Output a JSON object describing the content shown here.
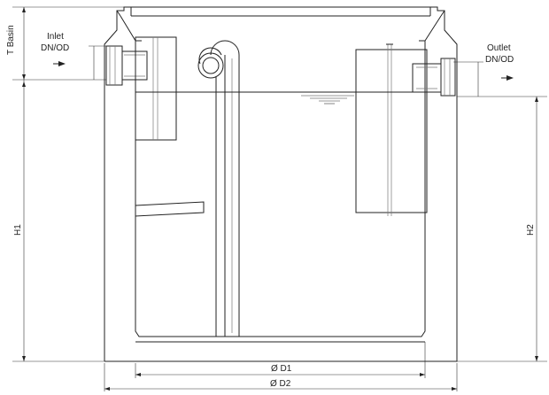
{
  "labels": {
    "t_basin": "T Basin",
    "inlet_title": "Inlet",
    "inlet_size": "DN/OD",
    "outlet_title": "Outlet",
    "outlet_size": "DN/OD",
    "h1": "H1",
    "h2": "H2",
    "d1": "Ø D1",
    "d2": "Ø D2"
  }
}
